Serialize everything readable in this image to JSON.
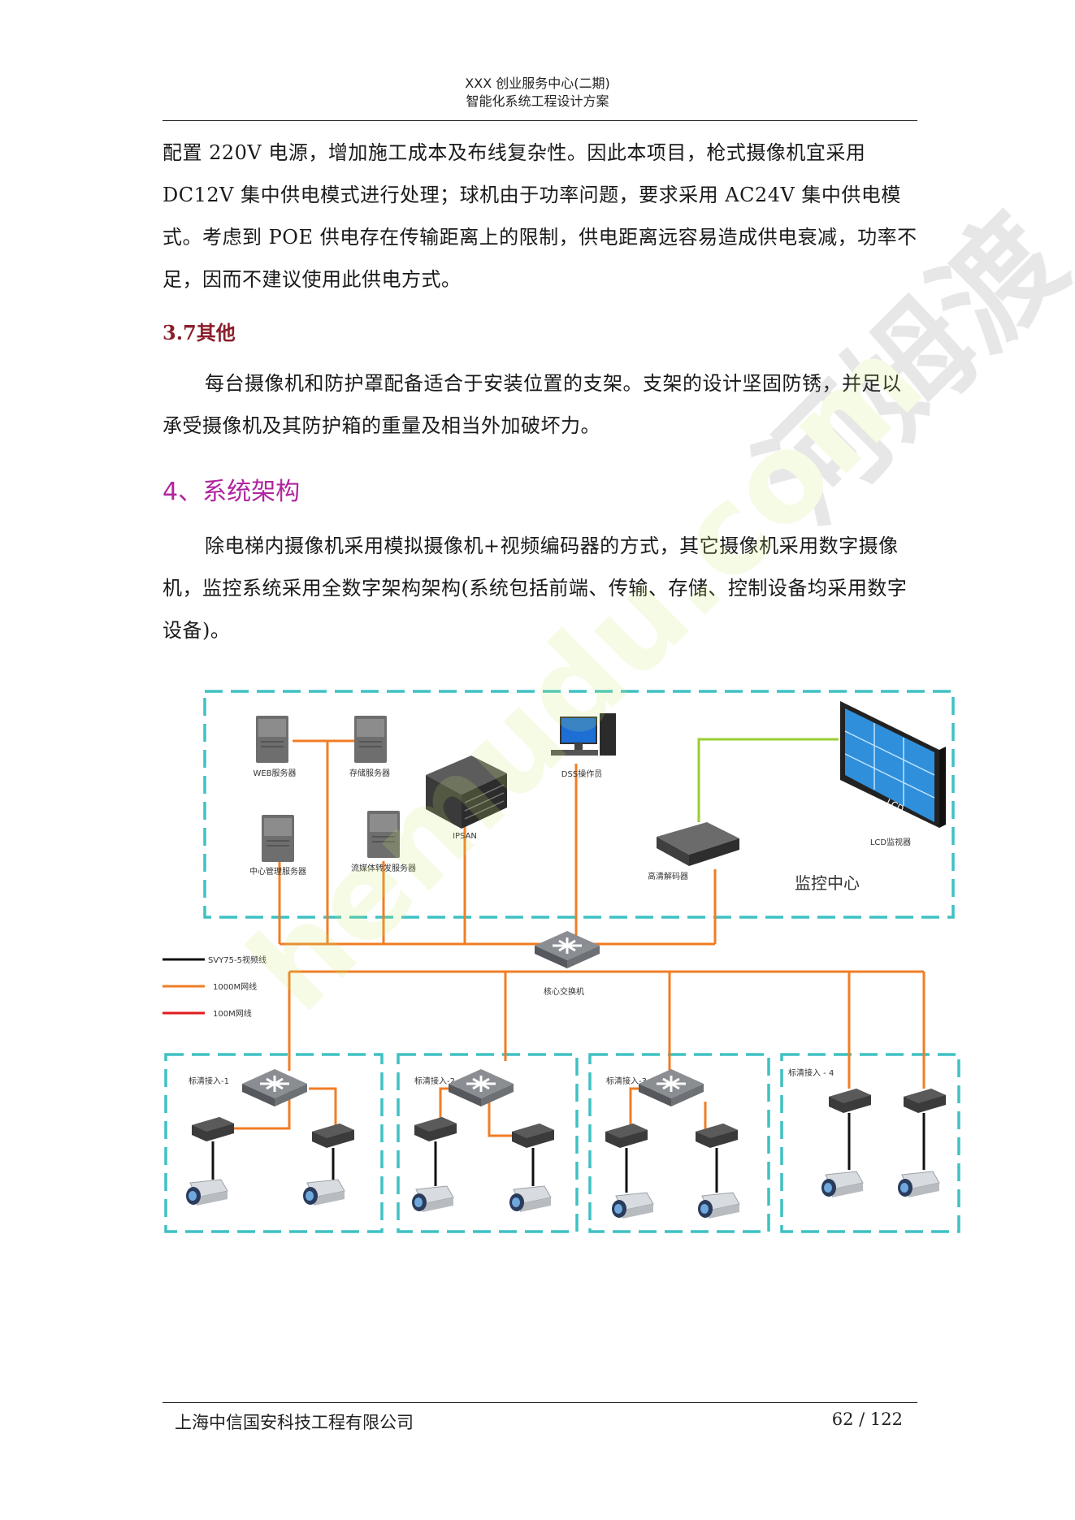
{
  "header": {
    "line1": "XXX 创业服务中心(二期)",
    "line2": "智能化系统工程设计方案"
  },
  "body": {
    "para1": "配置 220V 电源，增加施工成本及布线复杂性。因此本项目，枪式摄像机宜采用 DC12V 集中供电模式进行处理；球机由于功率问题，要求采用 AC24V 集中供电模式。考虑到 POE 供电存在传输距离上的限制，供电距离远容易造成供电衰减，功率不足，因而不建议使用此供电方式。",
    "section_3_7": "3.7其他",
    "para2": "每台摄像机和防护罩配备适合于安装位置的支架。支架的设计坚固防锈，并足以承受摄像机及其防护箱的重量及相当外加破坏力。",
    "section_4": "4、系统架构",
    "para3": "除电梯内摄像机采用模拟摄像机+视频编码器的方式，其它摄像机采用数字摄像机，监控系统采用全数字架构架构(系统包括前端、传输、存储、控制设备均采用数字设备)。"
  },
  "diagram": {
    "labels": {
      "web_server": "WEB服务器",
      "storage_server": "存储服务器",
      "ipsan": "IPSAN",
      "dss": "DSS操作员",
      "lcd_screen": "LCD",
      "lcd_monitor": "LCD监视器",
      "hd_decoder": "高清解码器",
      "center_mgmt": "中心管理服务器",
      "media_server": "流媒体转发服务器",
      "monitor_center": "监控中心",
      "core_switch": "核心交换机",
      "access1": "标清接入-1",
      "access2": "标清接入-2",
      "access3": "标清接入-3",
      "access4": "标清接入 - 4"
    },
    "legend": [
      {
        "label": "SVY75-5视频线",
        "color": "#111111"
      },
      {
        "label": "1000M网线",
        "color": "#f07d25"
      },
      {
        "label": "100M网线",
        "color": "#e01b1b"
      }
    ],
    "colors": {
      "frame": "#3fc1c3",
      "cable_1000m": "#f07d25",
      "cable_video": "#111111",
      "cable_hdmi": "#9acd32"
    }
  },
  "watermark": {
    "text1": "河姆渡",
    "text2": "hemudu.com"
  },
  "footer": {
    "company": "上海中信国安科技工程有限公司",
    "page": "62 / 122"
  }
}
